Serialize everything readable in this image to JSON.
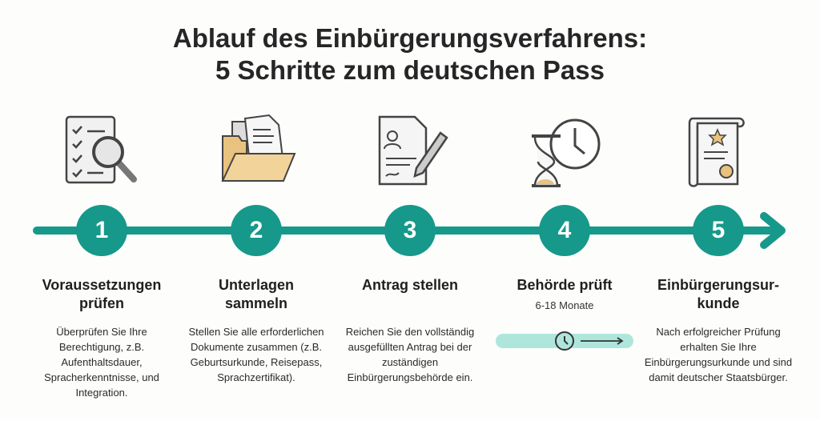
{
  "title_line1": "Ablauf des Einbürgerungsverfahrens:",
  "title_line2": "5 Schritte zum deutschen Pass",
  "colors": {
    "accent": "#16998a",
    "duration_bar": "#aee6dc"
  },
  "steps": [
    {
      "number": "1",
      "icon": "checklist-magnifier-icon",
      "title_line1": "Voraussetzungen",
      "title_line2": "prüfen",
      "description": "Überprüfen Sie Ihre Berechtigung, z.B. Aufenthaltsdauer, Spracherkenntnisse, und Integration."
    },
    {
      "number": "2",
      "icon": "folder-documents-icon",
      "title_line1": "Unterlagen",
      "title_line2": "sammeln",
      "description": "Stellen Sie alle erforderlichen Dokumente zusammen (z.B. Geburtsurkunde, Reisepass, Sprachzertifikat)."
    },
    {
      "number": "3",
      "icon": "form-pen-icon",
      "title_line1": "Antrag stellen",
      "title_line2": "",
      "description": "Reichen Sie den vollständig ausgefüllten Antrag bei der zuständigen Einbürgerungsbehörde ein."
    },
    {
      "number": "4",
      "icon": "hourglass-clock-icon",
      "title_line1": "Behörde prüft",
      "title_line2": "",
      "duration": "6-18 Monate",
      "description": ""
    },
    {
      "number": "5",
      "icon": "certificate-icon",
      "title_line1": "Einbürgerungsur-",
      "title_line2": "kunde",
      "description": "Nach erfolgreicher Prüfung erhalten Sie Ihre Einbürgerungsurkunde und sind damit deutscher Staatsbürger."
    }
  ]
}
